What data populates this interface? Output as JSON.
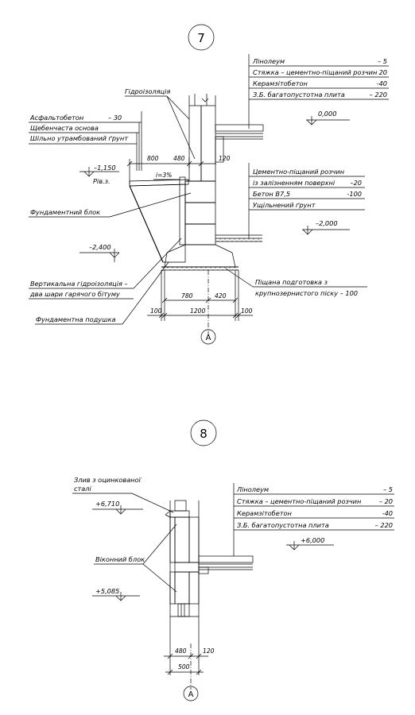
{
  "detail7": {
    "number": "7",
    "axis": "А",
    "floor_layers": [
      {
        "name": "Лінолеум",
        "value": "– 5"
      },
      {
        "name": "Стяжка – цементно-піщаний розчин",
        "value": "– 20"
      },
      {
        "name": "Керамзітобетон",
        "value": "-40"
      },
      {
        "name": "З.Б. багатопустотна плита",
        "value": "– 220"
      }
    ],
    "floor_level": "0,000",
    "waterproofing": "Гідроізоляція",
    "blind_area_layers": [
      {
        "name": "Асфальтобетон",
        "value": "– 30"
      },
      {
        "name": "Щебенчаста основа",
        "value": ""
      },
      {
        "name": "Шільно утрамбований ґрунт",
        "value": ""
      }
    ],
    "ground_level": "–1,150",
    "ground_level_label": "Рів.з.",
    "slope": "i=3%",
    "foundation_block": "Фундаментний блок",
    "basement_floor_layers": [
      {
        "name": "Цементно-піщаний розчин",
        "value": ""
      },
      {
        "name": "із залізненням поверхні",
        "value": "–20"
      },
      {
        "name": "Бетон В7,5",
        "value": "-100"
      },
      {
        "name": "Ущільнений ґрунт",
        "value": ""
      }
    ],
    "basement_level": "–2,000",
    "base_level": "–2,400",
    "vertical_waterproofing": [
      "Вертикальна гідроізоляція –",
      "два шари гарячого бітуму"
    ],
    "sand_bed": [
      "Піщана подготовка з",
      "крупнозернистого піску – 100"
    ],
    "foundation_cushion": "Фундаментна подушка",
    "dims": {
      "d800": "800",
      "d480": "480",
      "d120": "120",
      "d780": "780",
      "d420": "420",
      "d1200": "1200",
      "d100_left": "100",
      "d100_right": "100"
    }
  },
  "detail8": {
    "number": "8",
    "axis": "А",
    "drip": [
      "Злив з оцинкованої",
      "сталі"
    ],
    "top_level": "+6,710",
    "window_block": "Віконний блок",
    "sill_level": "+5,085",
    "floor_layers": [
      {
        "name": "Лінолеум",
        "value": "– 5"
      },
      {
        "name": "Стяжка – цементно-піщаний розчин",
        "value": "– 20"
      },
      {
        "name": "Керамзітобетон",
        "value": "-40"
      },
      {
        "name": "З.Б. багатопустотна плита",
        "value": "– 220"
      }
    ],
    "floor_level": "+6,000",
    "dims": {
      "d480": "480",
      "d120": "120",
      "d500": "500"
    }
  }
}
